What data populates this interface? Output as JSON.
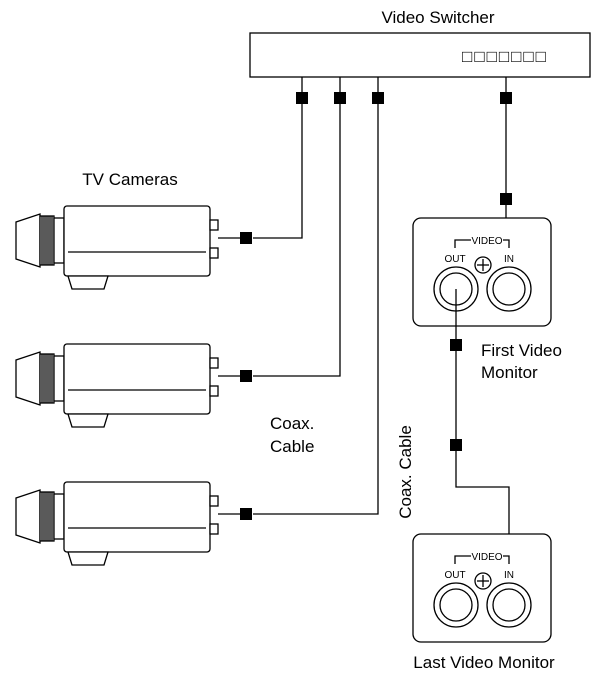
{
  "labels": {
    "switcher_title": "Video Switcher",
    "switcher_display": "□□□□□□□",
    "cameras_title": "TV Cameras",
    "coax_cable_line1": "Coax.",
    "coax_cable_line2": "Cable",
    "coax_cable_vertical": "Coax. Cable",
    "first_monitor_line1": "First Video",
    "first_monitor_line2": "Monitor",
    "last_monitor": "Last Video Monitor"
  },
  "monitor_panel": {
    "video": "VIDEO",
    "out": "OUT",
    "in": "IN"
  }
}
